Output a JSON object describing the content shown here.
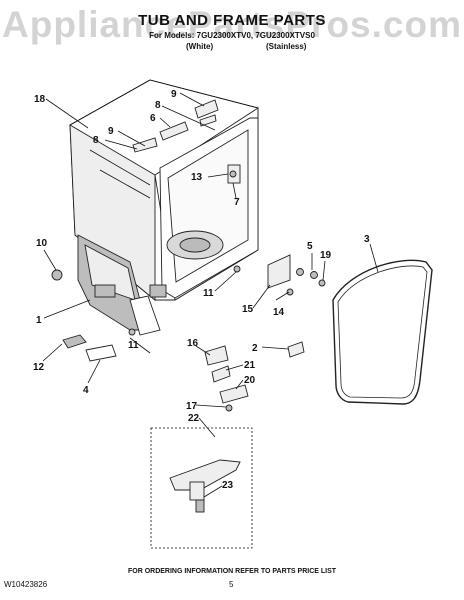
{
  "watermark": "AppliancePartsPros.com",
  "title": "TUB AND FRAME PARTS",
  "subtitle": "For Models: 7GU2300XTV0, 7GU2300XTVS0",
  "variants": [
    "(White)",
    "(Stainless)"
  ],
  "callouts": [
    "1",
    "2",
    "3",
    "4",
    "5",
    "6",
    "7",
    "8",
    "8",
    "9",
    "9",
    "10",
    "11",
    "11",
    "12",
    "13",
    "14",
    "15",
    "16",
    "17",
    "18",
    "19",
    "20",
    "21",
    "22",
    "23"
  ],
  "footer": {
    "note": "FOR ORDERING INFORMATION REFER TO PARTS PRICE LIST",
    "doc_number": "W10423826",
    "page_number": "5"
  }
}
